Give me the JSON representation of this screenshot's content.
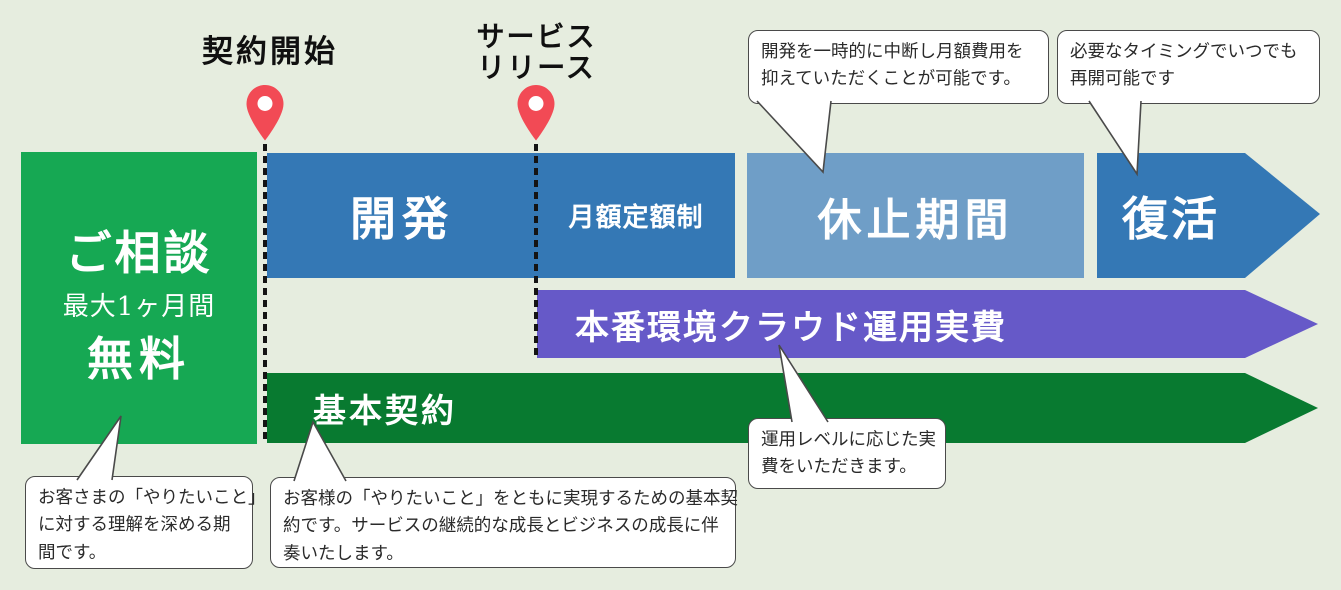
{
  "colors": {
    "background": "#e6eddf",
    "consultation_green": "#16a853",
    "primary_blue": "#3478b5",
    "pause_blue": "#6f9ec7",
    "cloud_purple": "#6659c8",
    "contract_green": "#087a30",
    "pin_red": "#f24a55",
    "callout_border": "#4a4a4a"
  },
  "milestones": {
    "contract_start": {
      "label": "契約開始"
    },
    "service_release": {
      "label_line1": "サービス",
      "label_line2": "リリース"
    }
  },
  "phases": {
    "consultation": {
      "title": "ご相談",
      "subtitle": "最大1ヶ月間",
      "highlight": "無料"
    },
    "development": {
      "label": "開発"
    },
    "monthly_flat_rate": {
      "label": "月額定額制"
    },
    "pause": {
      "label": "休止期間"
    },
    "revival": {
      "label": "復活"
    }
  },
  "bars": {
    "cloud_cost": {
      "label": "本番環境クラウド運用実費"
    },
    "base_contract": {
      "label": "基本契約"
    }
  },
  "callouts": {
    "pause_note": {
      "lines": [
        "開発を一時的に中断し月額費用を",
        "抑えていただくことが可能です。"
      ]
    },
    "revival_note": {
      "lines": [
        "必要なタイミングでいつでも",
        "再開可能です"
      ]
    },
    "consultation_note": {
      "lines": [
        "お客さまの「やりたいこと」",
        "に対する理解を深める期",
        "間です。"
      ]
    },
    "base_contract_note": {
      "lines": [
        "お客様の「やりたいこと」をともに実現するための基本契",
        "約です。サービスの継続的な成長とビジネスの成長に伴",
        "奏いたします。"
      ]
    },
    "cloud_cost_note": {
      "lines": [
        "運用レベルに応じた実",
        "費をいただきます。"
      ]
    }
  }
}
